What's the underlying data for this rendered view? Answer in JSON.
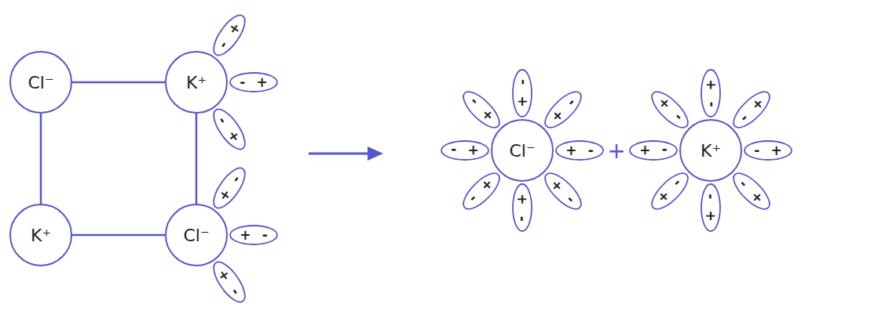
{
  "diagram": {
    "nodes": [
      {
        "text": [
          "Cl⁻"
        ]
      },
      {
        "text": [
          "K⁺"
        ]
      },
      {
        "text": [
          "-",
          "+"
        ]
      },
      {
        "text": [
          "-",
          "+"
        ]
      },
      {
        "text": [
          "-",
          "+"
        ]
      },
      {
        "text": [
          "K⁺"
        ]
      },
      {
        "text": [
          "Cl⁻"
        ]
      },
      {
        "text": [
          "+",
          "-"
        ]
      },
      {
        "text": [
          "+",
          "-"
        ]
      },
      {
        "text": [
          "+",
          "-"
        ]
      },
      {
        "text": [
          "Cl⁻"
        ]
      },
      {
        "text": [
          "+",
          "-"
        ]
      },
      {
        "text": [
          "+",
          "-"
        ]
      },
      {
        "text": [
          "+",
          "-"
        ]
      },
      {
        "text": [
          "+",
          "-"
        ]
      },
      {
        "text": [
          "+",
          "-"
        ]
      },
      {
        "text": [
          "+",
          "-"
        ]
      },
      {
        "text": [
          "+",
          "-"
        ]
      },
      {
        "text": [
          "+",
          "-"
        ]
      },
      {
        "text": [
          "K⁺"
        ]
      },
      {
        "text": [
          "-",
          "+"
        ]
      },
      {
        "text": [
          "-",
          "+"
        ]
      },
      {
        "text": [
          "-",
          "+"
        ]
      },
      {
        "text": [
          "-",
          "+"
        ]
      },
      {
        "text": [
          "-",
          "+"
        ]
      },
      {
        "text": [
          "-",
          "+"
        ]
      },
      {
        "text": [
          "-",
          "+"
        ]
      },
      {
        "text": [
          "-",
          "+"
        ]
      }
    ],
    "edges": [
      {
        "from": 0,
        "to": 1,
        "arrow": "none"
      },
      {
        "from": 0,
        "to": 5,
        "arrow": "none"
      },
      {
        "from": 1,
        "to": 6,
        "arrow": "none"
      },
      {
        "from": 5,
        "to": 6,
        "arrow": "none"
      }
    ],
    "labels": [
      "+"
    ]
  }
}
